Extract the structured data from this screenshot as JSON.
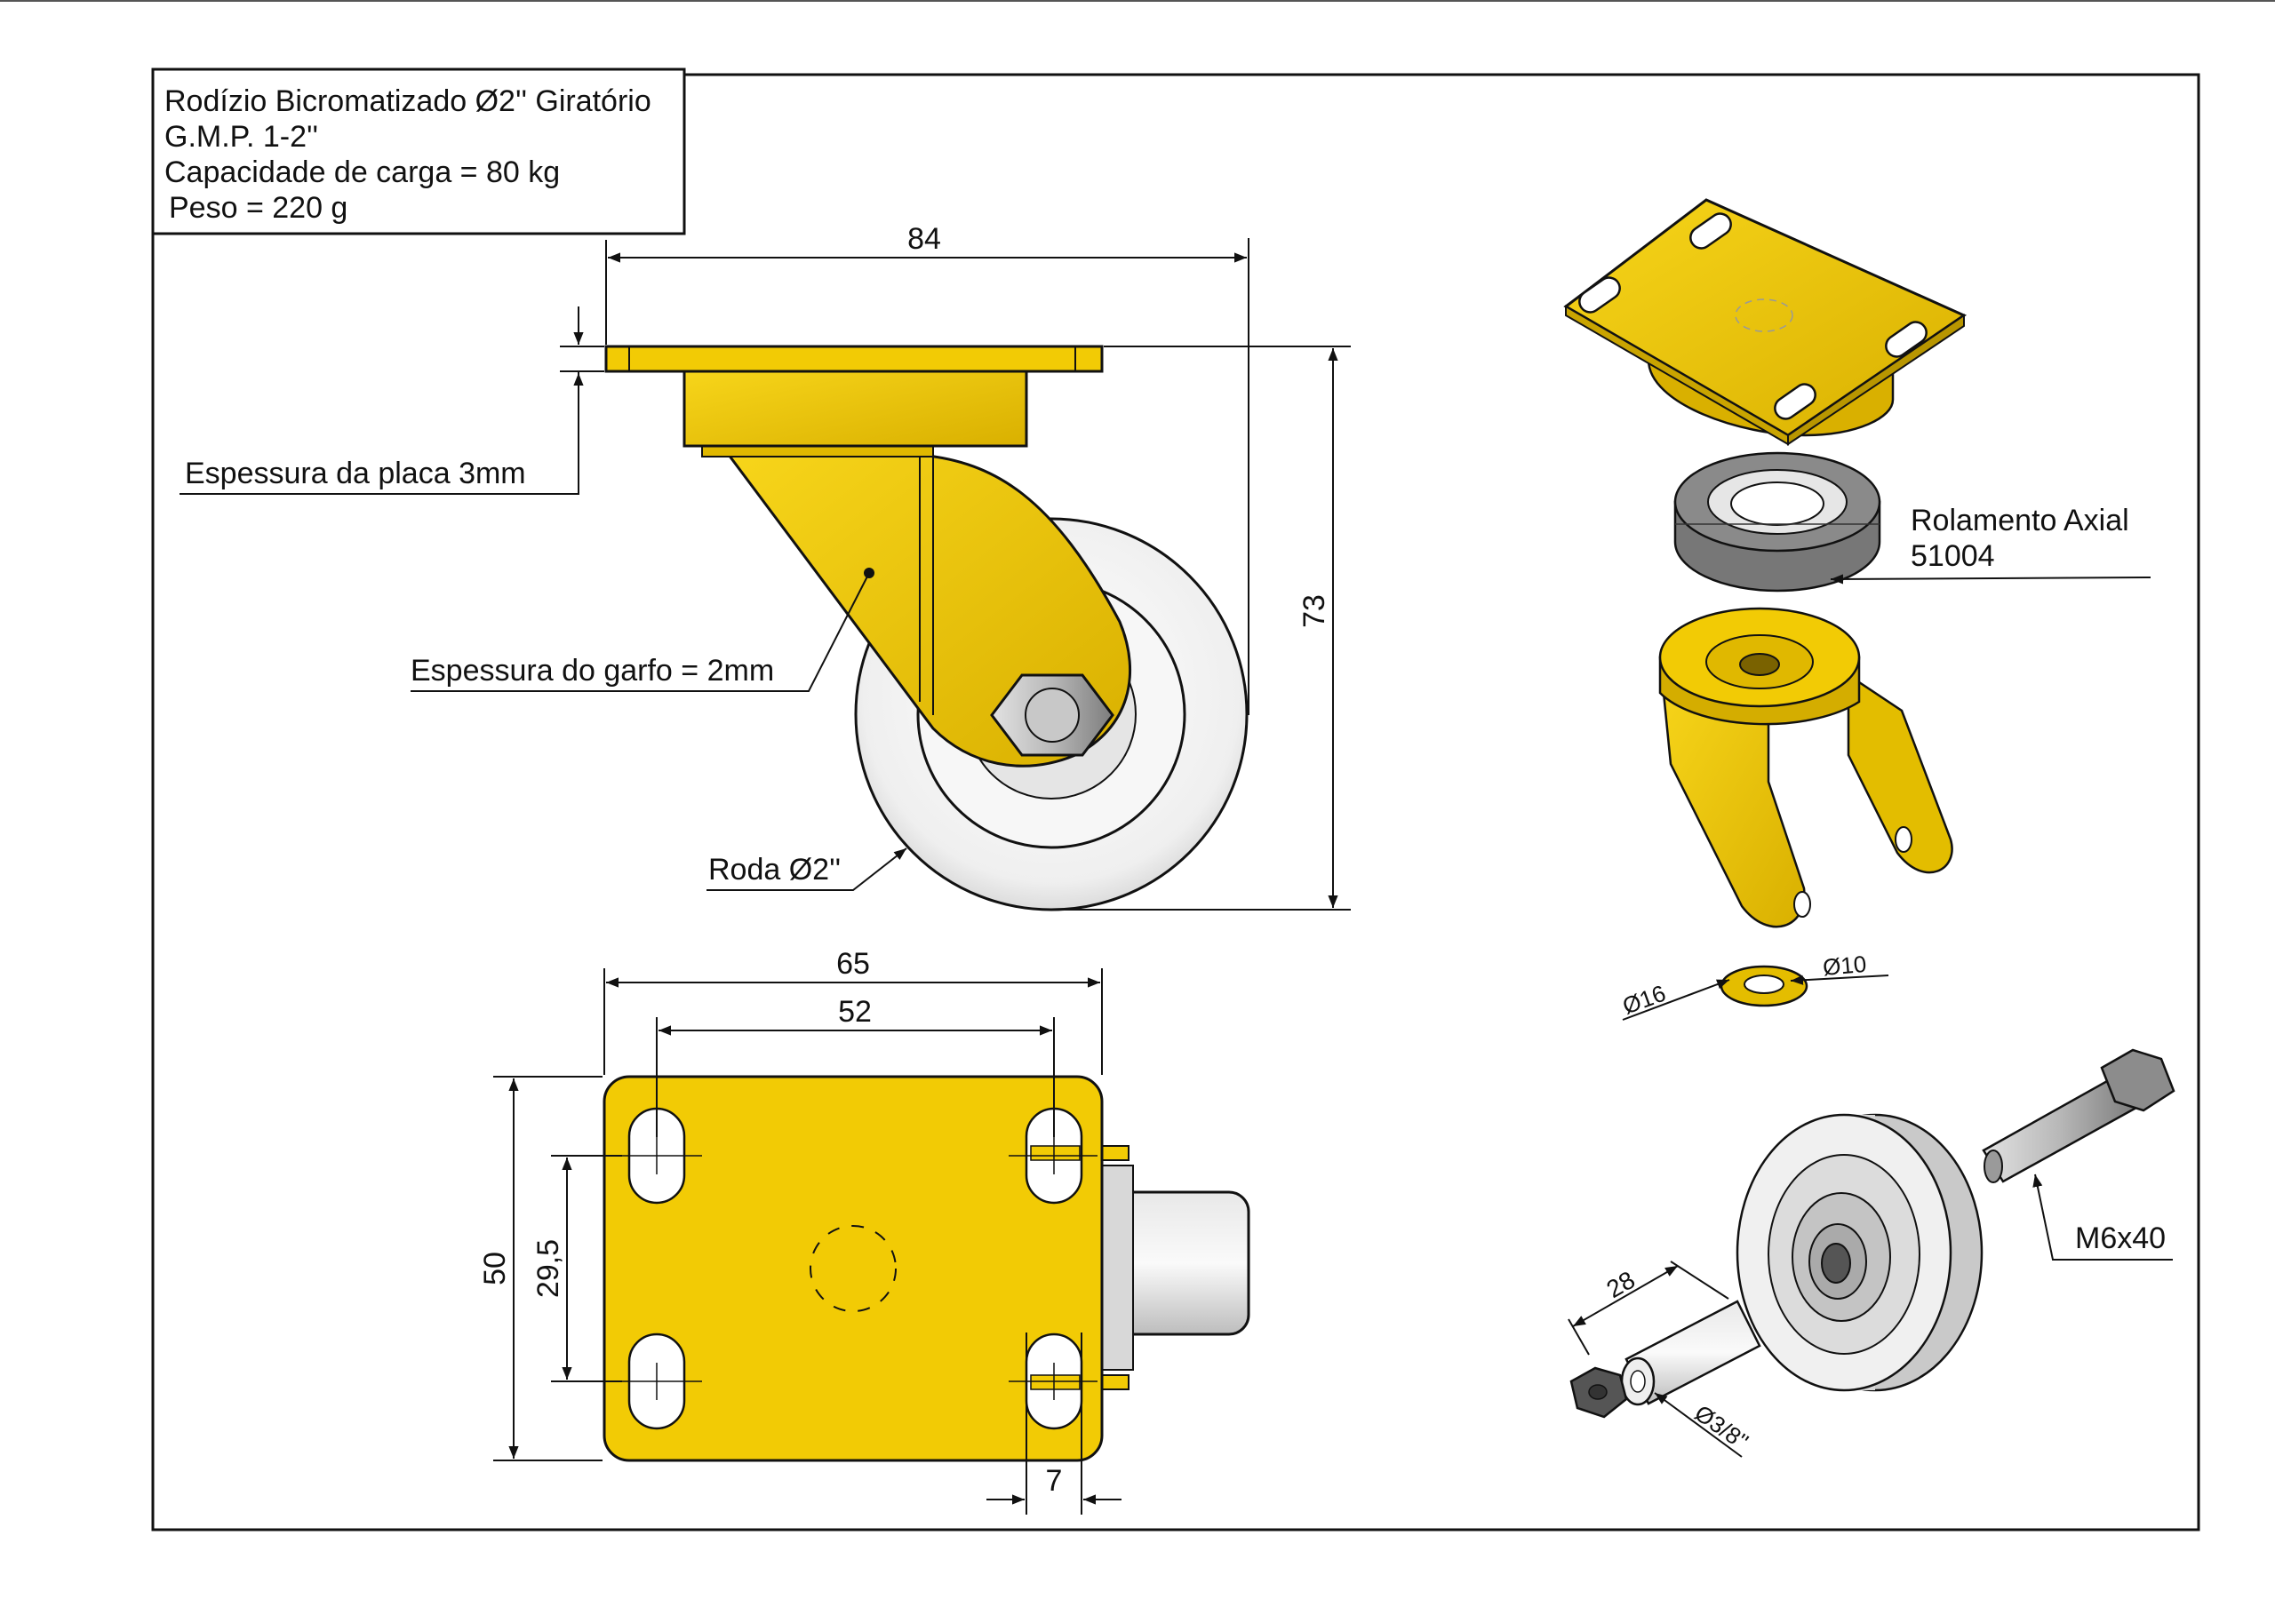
{
  "title_block": {
    "line1": "Rodízio Bicromatizado Ø2'' Giratório",
    "line2": "G.M.P. 1-2''",
    "line3": "Capacidade de carga = 80 kg",
    "line4": "Peso = 220 g"
  },
  "side_view": {
    "dim_width": "84",
    "dim_height": "73",
    "label_plate": "Espessura da placa 3mm",
    "label_fork": "Espessura do garfo = 2mm",
    "label_wheel": "Roda Ø2''"
  },
  "top_view": {
    "dim_width": "65",
    "dim_hole_spacing_x": "52",
    "dim_height": "50",
    "dim_hole_spacing_y": "29,5",
    "dim_slot": "7"
  },
  "exploded": {
    "label_bearing": "Rolamento Axial",
    "label_bearing_code": "51004",
    "label_washer_outer": "Ø16",
    "label_washer_inner": "Ø10",
    "label_bolt": "M6x40",
    "label_spacer_length": "28",
    "label_spacer_dia": "Ø3/8''"
  },
  "colors": {
    "yellow": "#f2cb05",
    "yellow_dark": "#c9a400",
    "wheel": "#f4f4f4",
    "steel": "#9a9a9a",
    "line": "#111111"
  }
}
